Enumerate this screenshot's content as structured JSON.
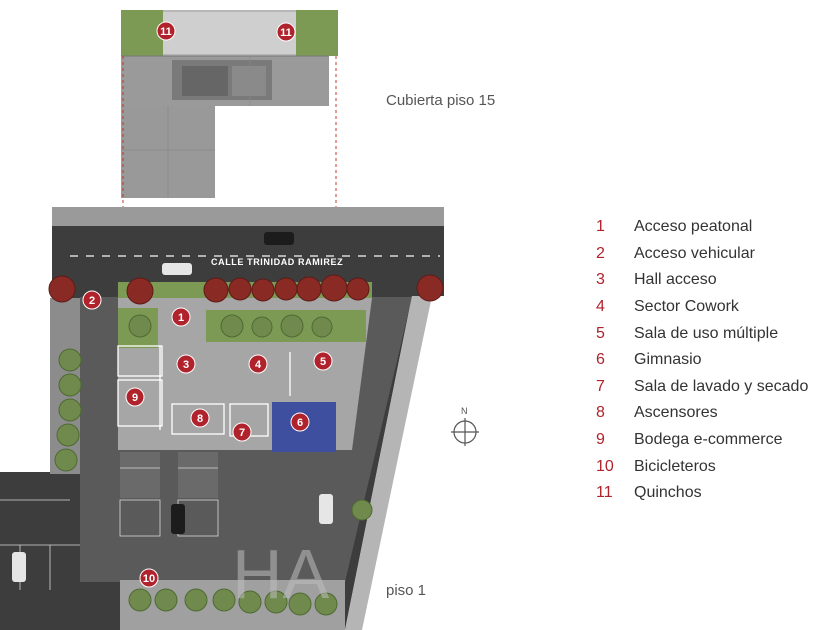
{
  "captions": {
    "roof": "Cubierta piso 15",
    "floor": "piso 1"
  },
  "street_name": "CALLE TRINIDAD RAMIREZ",
  "north_label": "N",
  "watermark": "HA",
  "legend": [
    {
      "num": "1",
      "label": "Acceso peatonal"
    },
    {
      "num": "2",
      "label": "Acceso vehicular"
    },
    {
      "num": "3",
      "label": "Hall acceso"
    },
    {
      "num": "4",
      "label": "Sector Cowork"
    },
    {
      "num": "5",
      "label": "Sala de uso múltiple"
    },
    {
      "num": "6",
      "label": "Gimnasio"
    },
    {
      "num": "7",
      "label": "Sala de lavado y secado"
    },
    {
      "num": "8",
      "label": "Ascensores"
    },
    {
      "num": "9",
      "label": "Bodega e-commerce"
    },
    {
      "num": "10",
      "label": "Bicicleteros"
    },
    {
      "num": "11",
      "label": "Quinchos"
    }
  ],
  "markers": [
    "11",
    "11",
    "2",
    "1",
    "3",
    "4",
    "5",
    "9",
    "8",
    "7",
    "6",
    "10"
  ],
  "colors": {
    "marker": "#b0222c",
    "road": "#3d3d3d",
    "sidewalk": "#9a9a9a",
    "building": "#8c8c8c",
    "floor_interior": "#a6a6a6",
    "grass": "#7d9a55",
    "gym": "#3d4f9e",
    "tree": "#8a2a24"
  }
}
